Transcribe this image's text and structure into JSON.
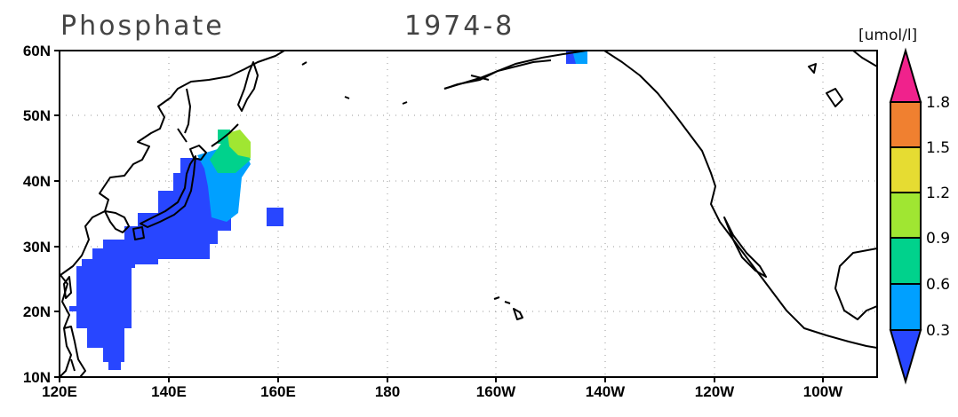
{
  "title": {
    "variable": "Phosphate",
    "date": "1974-8"
  },
  "units": "[umol/l]",
  "map": {
    "type": "map",
    "region": "North Pacific",
    "lon_range": [
      120,
      270
    ],
    "lat_range": [
      10,
      60
    ],
    "x_ticks": [
      {
        "lon": 120,
        "label": "120E"
      },
      {
        "lon": 140,
        "label": "140E"
      },
      {
        "lon": 160,
        "label": "160E"
      },
      {
        "lon": 180,
        "label": "180"
      },
      {
        "lon": 200,
        "label": "160W"
      },
      {
        "lon": 220,
        "label": "140W"
      },
      {
        "lon": 240,
        "label": "120W"
      },
      {
        "lon": 260,
        "label": "100W"
      }
    ],
    "y_ticks": [
      {
        "lat": 10,
        "label": "10N"
      },
      {
        "lat": 20,
        "label": "20N"
      },
      {
        "lat": 30,
        "label": "30N"
      },
      {
        "lat": 40,
        "label": "40N"
      },
      {
        "lat": 50,
        "label": "50N"
      },
      {
        "lat": 60,
        "label": "60N"
      }
    ],
    "grid": "dotted"
  },
  "colorbar": {
    "orientation": "vertical",
    "labels": [
      "1.8",
      "1.5",
      "1.2",
      "0.9",
      "0.6",
      "0.3"
    ],
    "bins": [
      {
        "range": "> 1.8",
        "color": "#f0228c"
      },
      {
        "range": "1.5-1.8",
        "color": "#f08030"
      },
      {
        "range": "1.2-1.5",
        "color": "#e6dc32"
      },
      {
        "range": "0.9-1.2",
        "color": "#a0e632"
      },
      {
        "range": "0.6-0.9",
        "color": "#00d28c"
      },
      {
        "range": "0.3-0.6",
        "color": "#00a0ff"
      },
      {
        "range": "< 0.3",
        "color": "#2846ff"
      }
    ]
  }
}
